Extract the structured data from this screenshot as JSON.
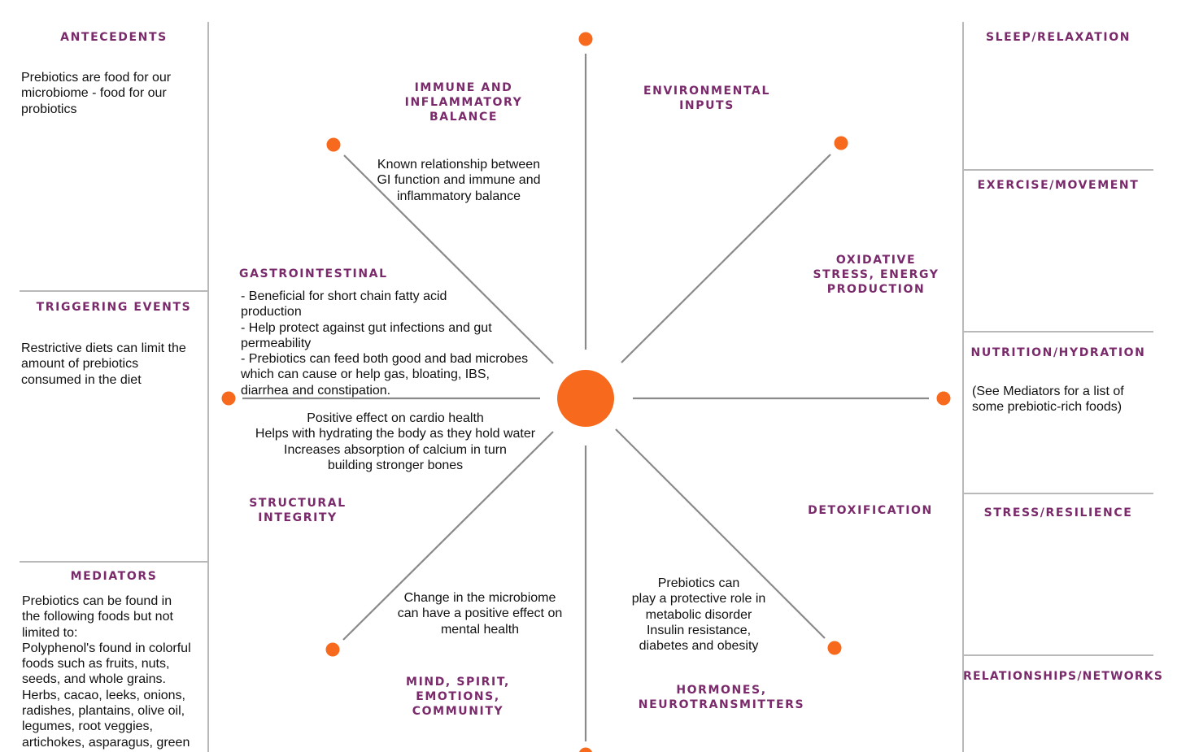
{
  "colors": {
    "accent": "#f76a1d",
    "heading": "#7a2a6b",
    "text": "#111111",
    "divider": "#b9b9b9"
  },
  "left_panel": {
    "antecedents": {
      "title": "ANTECEDENTS",
      "body": "Prebiotics are food for our\nmicrobiome - food for our\nprobiotics"
    },
    "triggering_events": {
      "title": "TRIGGERING EVENTS",
      "body": "Restrictive diets can limit the\namount of prebiotics\nconsumed in the diet"
    },
    "mediators": {
      "title": "MEDIATORS",
      "body": "Prebiotics can be found in\nthe following foods but not\nlimited to:\nPolyphenol's found in colorful\nfoods such as fruits, nuts,\nseeds, and whole grains.\nHerbs, cacao, leeks, onions,\nradishes, plantains, olive oil,\nlegumes, root veggies,\nartichokes, asparagus, green"
    }
  },
  "right_panel": {
    "sleep": {
      "title": "SLEEP/RELAXATION"
    },
    "exercise": {
      "title": "EXERCISE/MOVEMENT"
    },
    "nutrition": {
      "title": "NUTRITION/HYDRATION",
      "body": "(See Mediators for a list of\nsome prebiotic-rich foods)"
    },
    "stress": {
      "title": "STRESS/RESILIENCE"
    },
    "relationships": {
      "title": "RELATIONSHIPS/NETWORKS"
    }
  },
  "wheel": {
    "immune": {
      "title": "IMMUNE AND\nINFLAMMATORY\nBALANCE",
      "body": "Known relationship between\nGI function and immune and\ninflammatory balance"
    },
    "environmental": {
      "title": "ENVIRONMENTAL\nINPUTS"
    },
    "oxidative": {
      "title": "OXIDATIVE\nSTRESS, ENERGY\nPRODUCTION"
    },
    "gastrointestinal": {
      "title": "GASTROINTESTINAL",
      "body": "- Beneficial for short chain fatty acid\nproduction\n- Help protect against gut infections and gut\npermeability\n- Prebiotics can feed both good and bad microbes\nwhich can cause or help gas, bloating, IBS,\ndiarrhea and constipation."
    },
    "structural": {
      "title": "STRUCTURAL\nINTEGRITY",
      "body": "Positive effect on cardio health\nHelps with hydrating the body as they hold water\nIncreases absorption of calcium in turn\nbuilding stronger bones"
    },
    "detoxification": {
      "title": "DETOXIFICATION"
    },
    "mind": {
      "title": "MIND, SPIRIT,\nEMOTIONS,\nCOMMUNITY",
      "body": "Change in the microbiome\ncan have a positive effect on\nmental health"
    },
    "hormones": {
      "title": "HORMONES,\nNEUROTRANSMITTERS",
      "body": "Prebiotics can\nplay a protective role in\nmetabolic disorder\nInsulin resistance,\ndiabetes and obesity"
    }
  }
}
